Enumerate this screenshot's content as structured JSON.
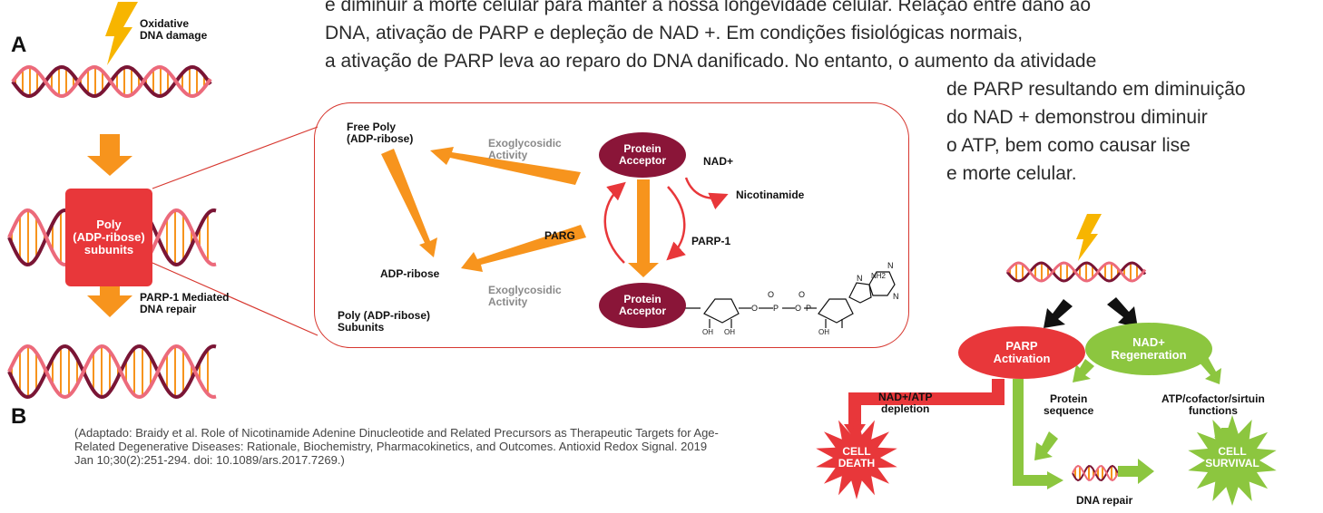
{
  "intro_lines": [
    "e diminuir a morte celular para manter a nossa longevidade celular. Relação entre dano ao",
    "DNA, ativação de PARP e depleção de NAD +. Em condições fisiológicas normais,",
    "a ativação de PARP leva ao reparo do DNA danificado. No entanto, o aumento da atividade",
    "de PARP resultando em diminuição",
    "do NAD + demonstrou diminuir",
    "o ATP, bem como causar lise",
    "e morte celular."
  ],
  "panel_a": {
    "letter": "A",
    "damage_label": "Oxidative\nDNA damage",
    "box_label": "Poly\n(ADP-ribose)\nsubunits",
    "repair_label": "PARP-1 Mediated\nDNA repair"
  },
  "panel_b": {
    "letter": "B"
  },
  "cycle": {
    "free_poly": "Free Poly\n(ADP-ribose)",
    "exo_top": "Exoglycosidic\nActivity",
    "acceptor_top": "Protein\nAcceptor",
    "nad_plus": "NAD+",
    "nicotinamide": "Nicotinamide",
    "parg": "PARG",
    "parp1": "PARP-1",
    "adp_ribose": "ADP-ribose",
    "exo_bottom": "Exoglycosidic\nActivity",
    "acceptor_bottom": "Protein\nAcceptor",
    "poly_subunits": "Poly (ADP-ribose)\nSubunits",
    "chem": {
      "nh2": "NH2",
      "oh1": "OH",
      "oh2": "OH",
      "oh3": "OH"
    }
  },
  "flow": {
    "parp_activation": "PARP\nActivation",
    "nad_regeneration": "NAD+\nRegeneration",
    "depletion": "NAD+/ATP\ndepletion",
    "protein_sequence": "Protein\nsequence",
    "atp_functions": "ATP/cofactor/sirtuin\nfunctions",
    "cell_death": "CELL\nDEATH",
    "dna_repair": "DNA repair",
    "cell_survival": "CELL\nSURVIVAL"
  },
  "citation": "(Adaptado: Braidy et al. Role of Nicotinamide Adenine Dinucleotide and Related Precursors as Therapeutic Targets for Age-Related Degenerative Diseases: Rationale, Biochemistry, Pharmacokinetics, and Outcomes. Antioxid Redox Signal. 2019 Jan 10;30(2):251-294. doi: 10.1089/ars.2017.7269.)",
  "colors": {
    "orange": "#f7941d",
    "red": "#e8373a",
    "maroon": "#8a1538",
    "green": "#8cc63f",
    "helix_dark": "#7a1535",
    "helix_pink": "#ec6a7b"
  }
}
